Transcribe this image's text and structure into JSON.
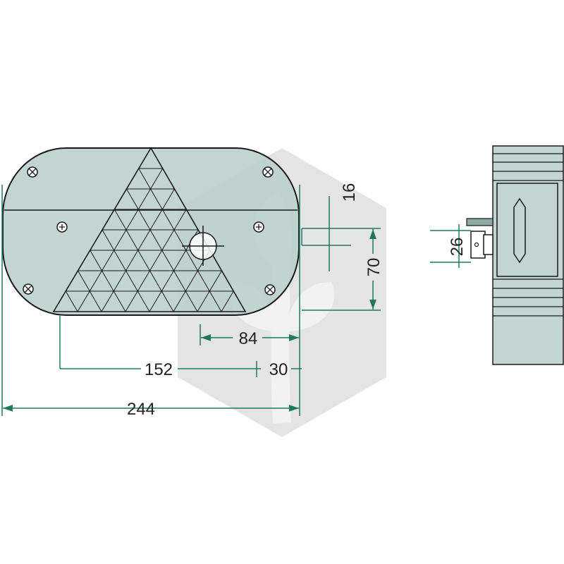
{
  "colors": {
    "body_fill": "#b9cfc9",
    "outline": "#1a1a1a",
    "dimension": "#1f7a5c",
    "watermark": "#e4e4e4",
    "watermark_leaf": "#f2f2f2"
  },
  "dimensions": {
    "total_width": "244",
    "offset_152": "152",
    "offset_30": "30",
    "width_84": "84",
    "height_70": "70",
    "height_16": "16",
    "depth_26": "26"
  },
  "icons": {
    "watermark": "leaf-hexagon-logo",
    "screw": "screw-icon"
  }
}
